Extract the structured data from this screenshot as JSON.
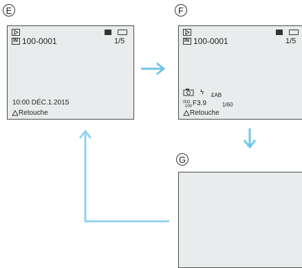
{
  "labels": {
    "e": "E",
    "f": "F",
    "g": "G"
  },
  "screen_e": {
    "folder_file": "100-0001",
    "page": "1/5",
    "datetime": "10:00  DÉC.1.2015",
    "retouch": "Retouche",
    "retouch_icon": "warning-triangle-icon"
  },
  "screen_f": {
    "folder_file": "100-0001",
    "page": "1/5",
    "wb": "£AB",
    "iso_top": "ISO",
    "iso_bottom": "100",
    "aperture": "F3.9",
    "shutter": "1/60",
    "retouch": "Retouche"
  },
  "colors": {
    "arrow": "#6ec6ea",
    "screen_bg": "#e9ecec",
    "line": "#8fd3ef"
  }
}
